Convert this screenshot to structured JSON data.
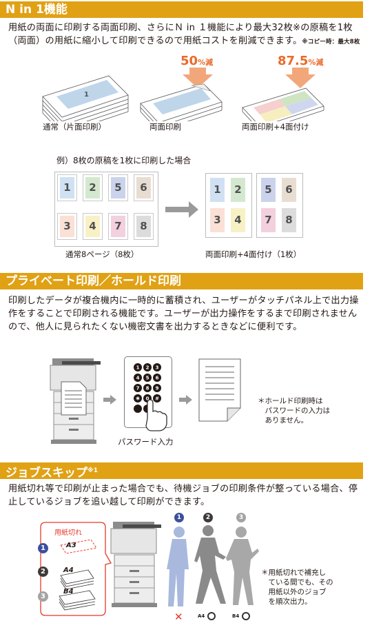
{
  "nin1": {
    "title": "N in 1機能",
    "body_main": "用紙の両面に印刷する両面印刷、さらにＮ in １機能により最大32枚※の原稿を1枚（両面）の用紙に縮小して印刷できるので用紙コストを削減できます。",
    "body_note": "※コピー時：最大8枚",
    "pct_50_num": "50",
    "pct_50_unit": "%減",
    "pct_875_num": "87.5",
    "pct_875_unit": "%減",
    "cap_normal": "通常（片面印刷）",
    "cap_duplex": "両面印刷",
    "cap_duplex4": "両面印刷+4面付け",
    "example": "例）8枚の原稿を1枚に印刷した場合",
    "pages": [
      "1",
      "2",
      "5",
      "6",
      "3",
      "4",
      "7",
      "8"
    ],
    "sheet_front": [
      "1",
      "2",
      "3",
      "4"
    ],
    "sheet_back": [
      "5",
      "6",
      "7",
      "8"
    ],
    "cap_normal8": "通常8ページ（8枚）",
    "cap_result": "両面印刷+4面付け（1枚）"
  },
  "private": {
    "title": "プライベート印刷／ホールド印刷",
    "body": "印刷したデータが複合機内に一時的に蓄積され、ユーザーがタッチパネル上で出力操作をすることで印刷される機能です。ユーザーが出力操作をするまで印刷されませんので、他人に見られたくない機密文書を出力するときなどに便利です。",
    "keys": [
      "1",
      "2",
      "3",
      "4",
      "5",
      "6",
      "7",
      "8",
      "9",
      "✱",
      "0",
      "#"
    ],
    "cap_password": "パスワード入力",
    "note": "＊ホールド印刷時は\n　パスワードの入力は\n　ありません。"
  },
  "jobskip": {
    "title": "ジョブスキップ",
    "title_sup": "※1",
    "body": "用紙切れ等で印刷が止まった場合でも、待機ジョブの印刷条件が整っている場合、停止しているジョブを追い越して印刷ができます。",
    "out_of_paper": "用紙切れ",
    "trays": [
      "A3",
      "A4",
      "B4"
    ],
    "badges": [
      "1",
      "2",
      "3"
    ],
    "mark_x": "✕",
    "mark_a4": "A4",
    "mark_b4": "B4",
    "note": "＊用紙切れで補充し\n　ている間でも、その\n　用紙以外のジョブ\n　を順次出力。",
    "colors": {
      "accent": "#e0a114",
      "badge_blue": "#3c4f9c",
      "badge_dark": "#3e3a39",
      "badge_light": "#a3a3a3",
      "red": "#e73828"
    }
  }
}
